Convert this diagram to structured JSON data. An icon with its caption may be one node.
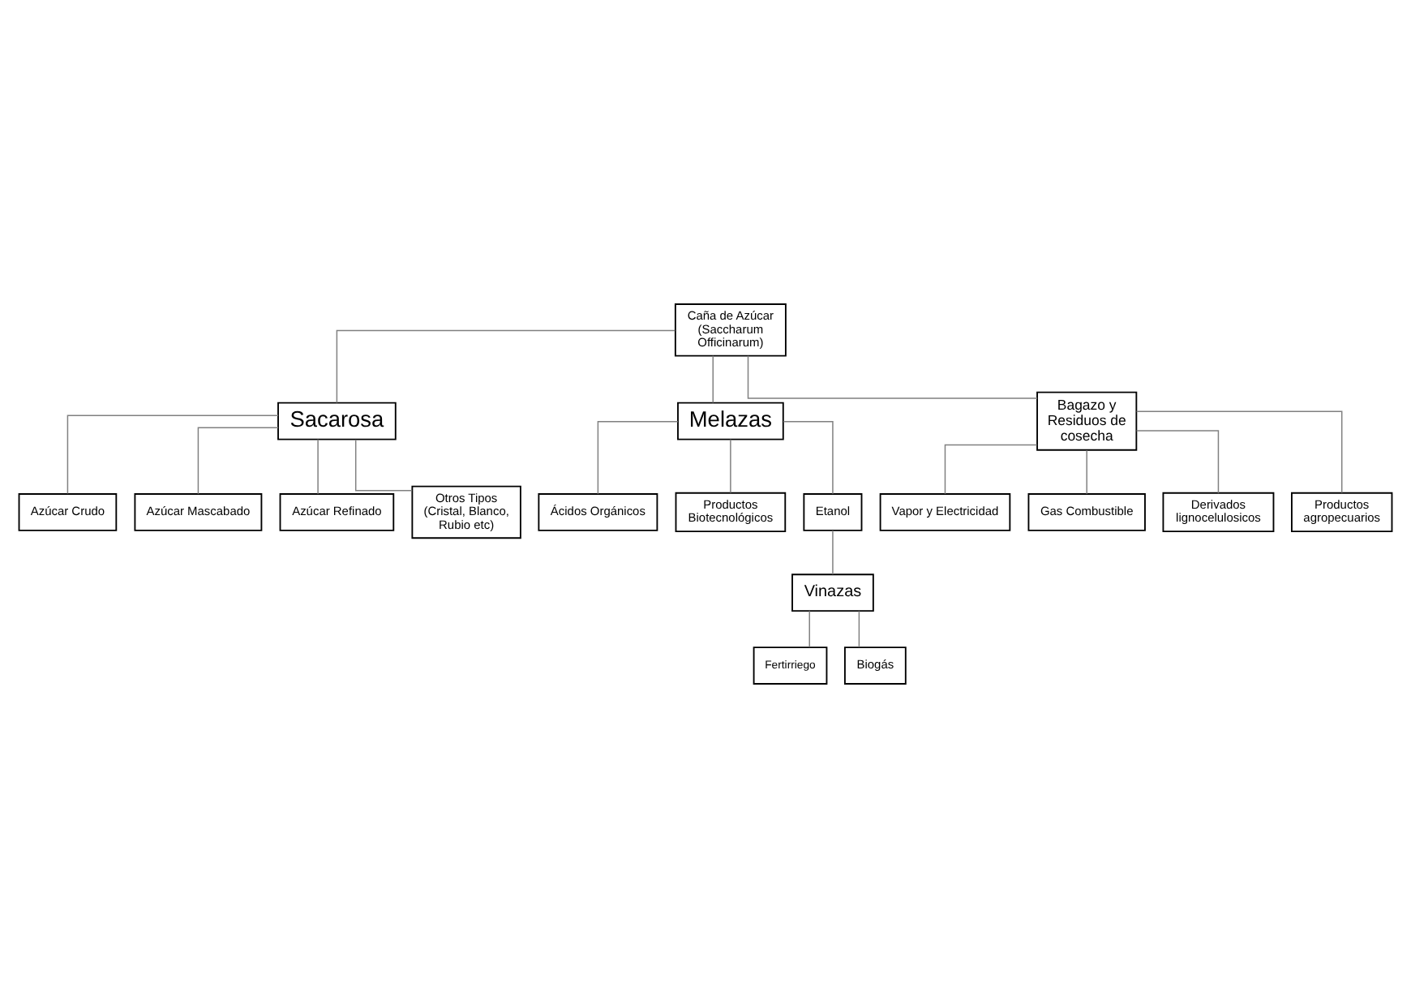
{
  "diagram": {
    "nodes": [
      {
        "text": [
          "Caña de Azúcar (Saccharum Officinarum)"
        ]
      },
      {
        "text": [
          "Sacarosa"
        ]
      },
      {
        "text": [
          "Melazas"
        ]
      },
      {
        "text": [
          "Bagazo y Residuos de cosecha"
        ]
      },
      {
        "text": [
          "Azúcar Crudo"
        ]
      },
      {
        "text": [
          "Azúcar Mascabado"
        ]
      },
      {
        "text": [
          "Azúcar Refinado"
        ]
      },
      {
        "text": [
          "Otros Tipos (Cristal, Blanco, Rubio etc)"
        ]
      },
      {
        "text": [
          "Ácidos Orgánicos"
        ]
      },
      {
        "text": [
          "Productos Biotecnológicos"
        ]
      },
      {
        "text": [
          "Etanol"
        ]
      },
      {
        "text": [
          "Vinazas"
        ]
      },
      {
        "text": [
          "Fertirriego"
        ]
      },
      {
        "text": [
          "Biogás"
        ]
      },
      {
        "text": [
          "Vapor y Electricidad"
        ]
      },
      {
        "text": [
          "Gas Combustible"
        ]
      },
      {
        "text": [
          "Derivados lignocelulosicos"
        ]
      },
      {
        "text": [
          "Productos agropecuarios"
        ]
      }
    ],
    "edges": [
      {
        "from": 0,
        "to": 1,
        "arrow": "none"
      },
      {
        "from": 0,
        "to": 2,
        "arrow": "none"
      },
      {
        "from": 0,
        "to": 3,
        "arrow": "none"
      },
      {
        "from": 1,
        "to": 4,
        "arrow": "none"
      },
      {
        "from": 1,
        "to": 5,
        "arrow": "none"
      },
      {
        "from": 1,
        "to": 6,
        "arrow": "none"
      },
      {
        "from": 1,
        "to": 7,
        "arrow": "none"
      },
      {
        "from": 2,
        "to": 8,
        "arrow": "none"
      },
      {
        "from": 2,
        "to": 9,
        "arrow": "none"
      },
      {
        "from": 2,
        "to": 10,
        "arrow": "none"
      },
      {
        "from": 10,
        "to": 11,
        "arrow": "none"
      },
      {
        "from": 11,
        "to": 12,
        "arrow": "none"
      },
      {
        "from": 11,
        "to": 13,
        "arrow": "none"
      },
      {
        "from": 3,
        "to": 14,
        "arrow": "none"
      },
      {
        "from": 3,
        "to": 15,
        "arrow": "none"
      },
      {
        "from": 3,
        "to": 16,
        "arrow": "none"
      },
      {
        "from": 3,
        "to": 17,
        "arrow": "none"
      }
    ]
  }
}
